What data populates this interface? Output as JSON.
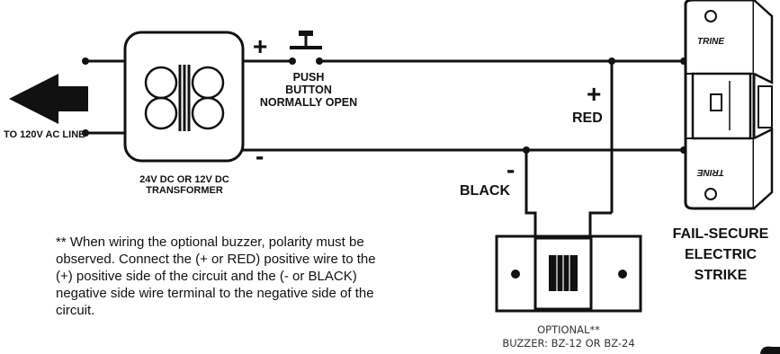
{
  "labels": {
    "ac_line": "TO 120V AC LINE",
    "transformer": [
      "24V DC OR 12V DC",
      "TRANSFORMER"
    ],
    "push_button": [
      "PUSH",
      "BUTTON",
      "NORMALLY OPEN"
    ],
    "plus_sign": "+",
    "minus_sign": "-",
    "red_plus": "+",
    "red": "RED",
    "black_minus": "-",
    "black": "BLACK",
    "strike": [
      "FAIL-SECURE",
      "ELECTRIC",
      "STRIKE"
    ],
    "buzzer": [
      "OPTIONAL**",
      "BUZZER: BZ-12 OR BZ-24"
    ],
    "brand": "TRINE"
  },
  "note": [
    "** When wiring the optional buzzer, polarity must be",
    "observed. Connect the (+ or RED) positive wire to the",
    "(+) positive side of the circuit and the (- or BLACK)",
    "negative side wire terminal to the negative side of the",
    "circuit."
  ]
}
